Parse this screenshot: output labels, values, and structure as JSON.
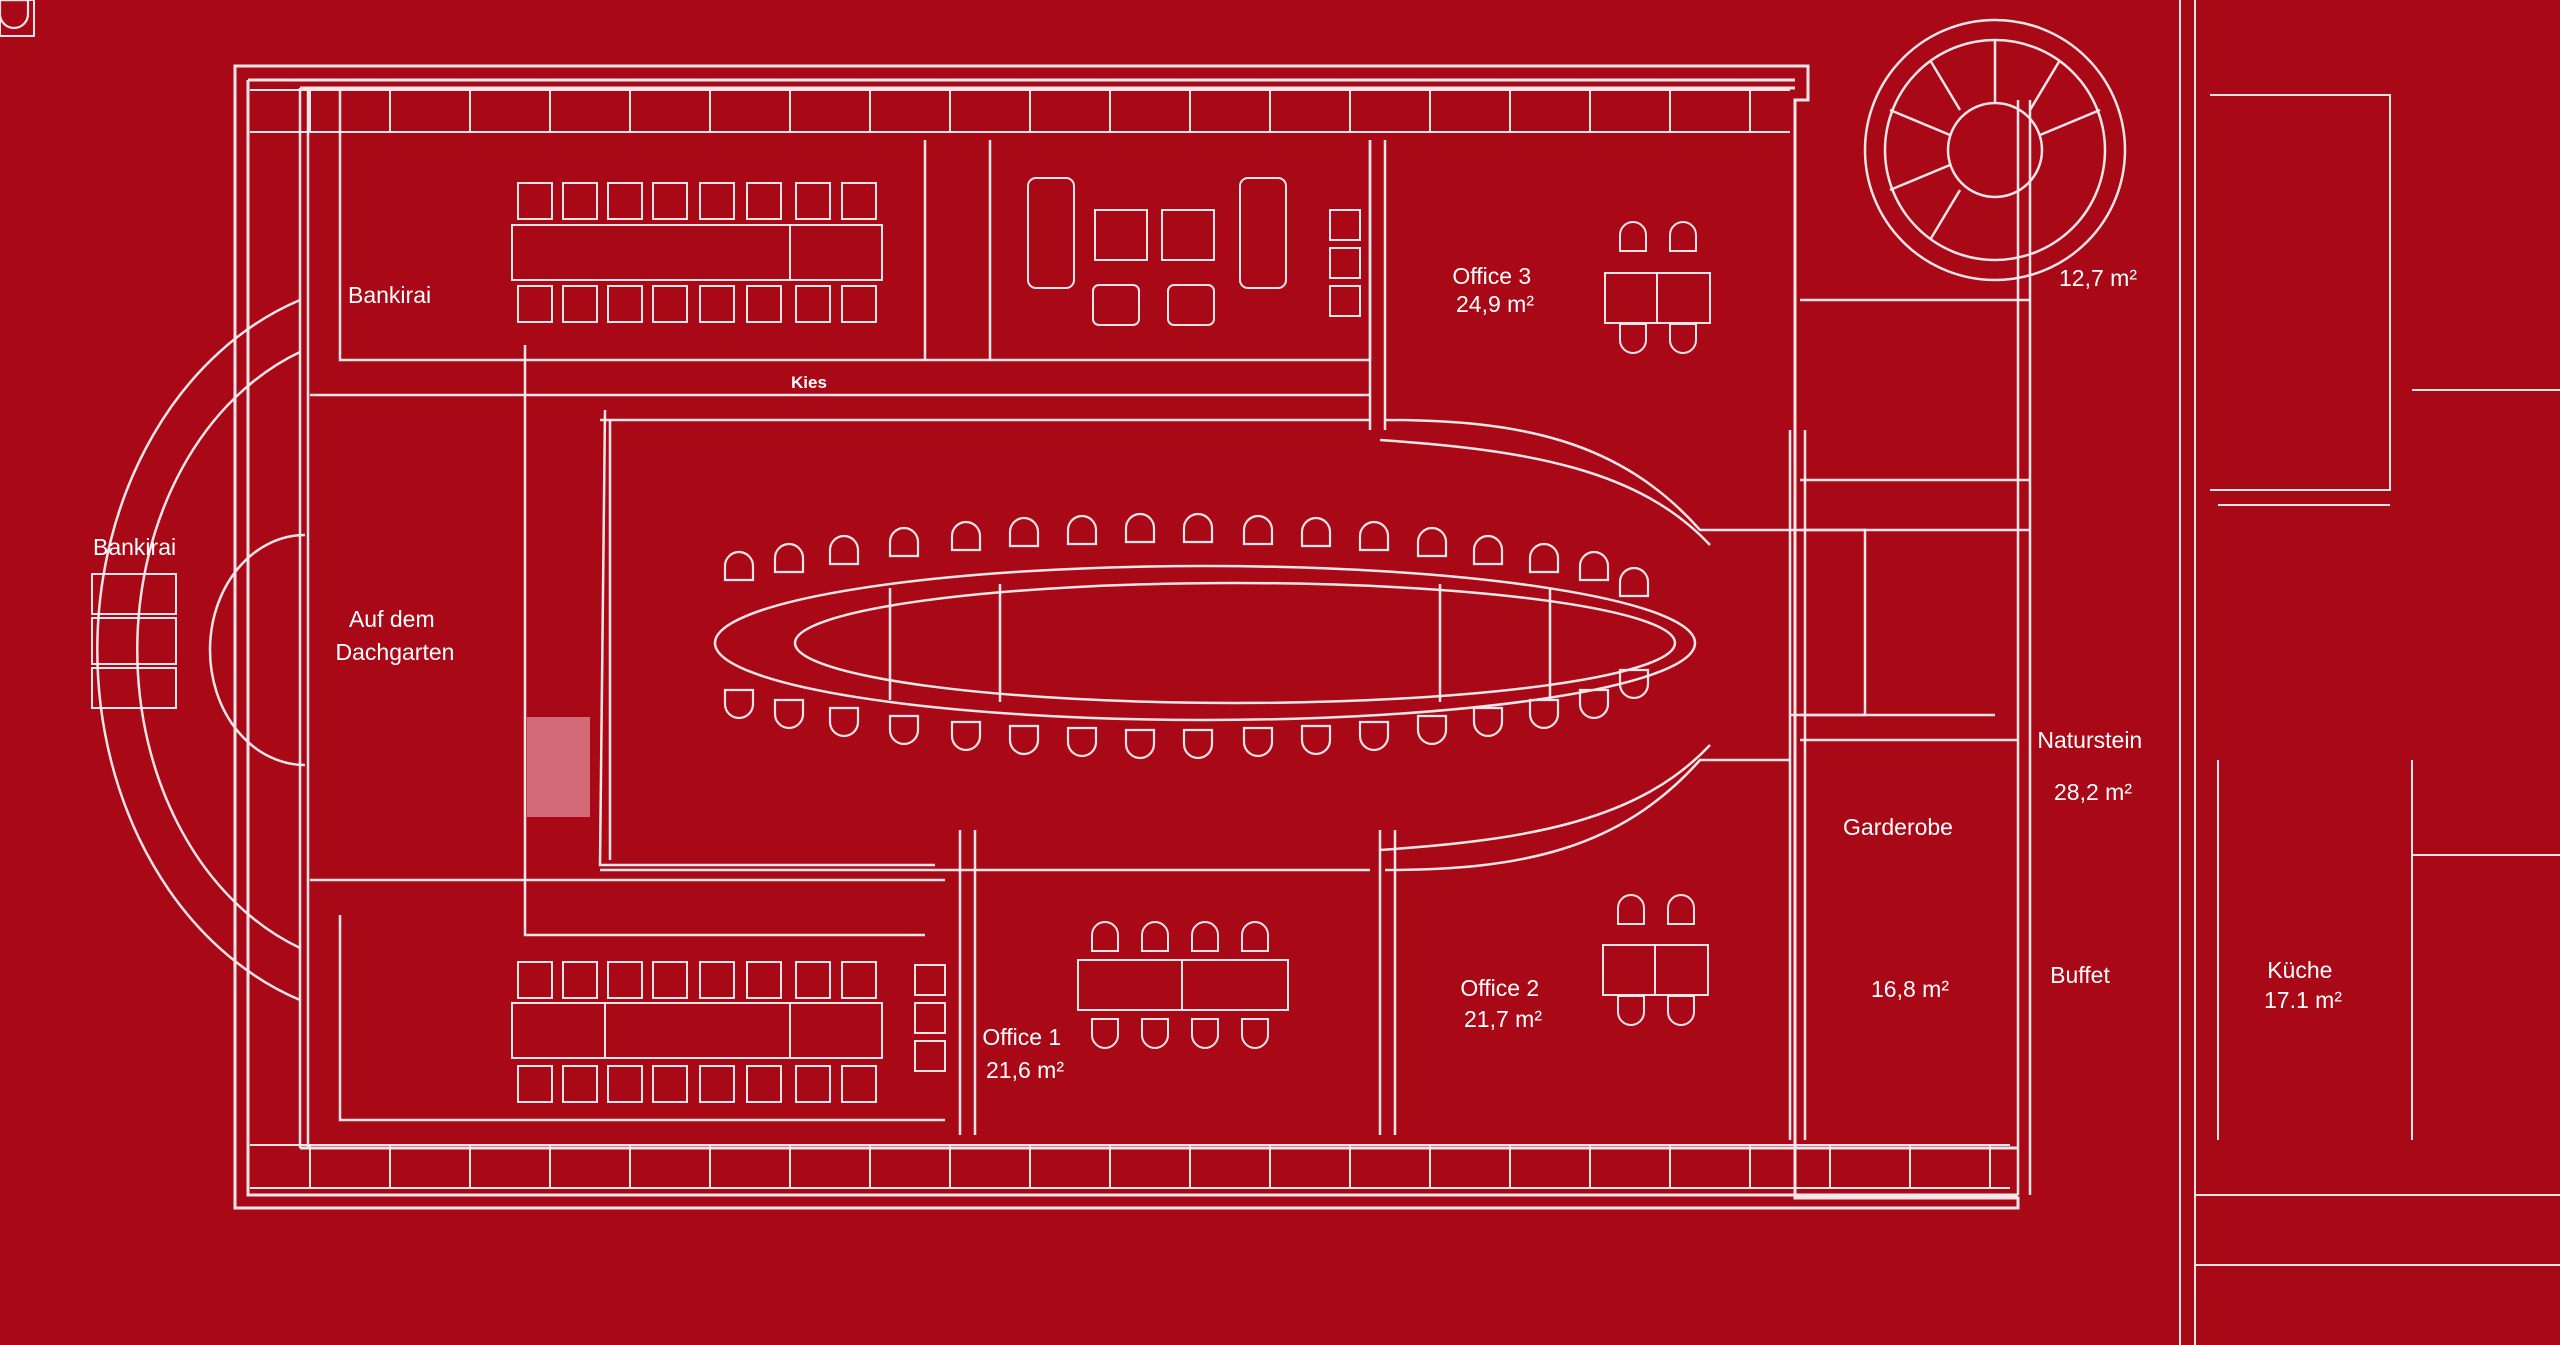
{
  "plan": {
    "colors": {
      "background": "#a90817",
      "lines": "#f4e6e8",
      "highlight": "#d26a78"
    },
    "rooms": [
      {
        "id": "bankirai-top",
        "lines": [
          "Bankirai"
        ]
      },
      {
        "id": "bankirai-left",
        "lines": [
          "Bankirai"
        ]
      },
      {
        "id": "dachgarten",
        "lines": [
          "Auf dem",
          "Dachgarten"
        ]
      },
      {
        "id": "office-3",
        "lines": [
          "Office 3",
          "24,9 m²"
        ]
      },
      {
        "id": "office-2",
        "lines": [
          "Office 2",
          "21,7 m²"
        ]
      },
      {
        "id": "office-1",
        "lines": [
          "Office 1",
          "21,6 m²"
        ]
      },
      {
        "id": "stair-hall",
        "lines": [
          "12,7 m²"
        ]
      },
      {
        "id": "naturstein",
        "lines": [
          "Naturstein",
          "28,2 m²"
        ]
      },
      {
        "id": "buffet",
        "lines": [
          "Buffet"
        ]
      },
      {
        "id": "garderobe",
        "lines": [
          "Garderobe"
        ]
      },
      {
        "id": "garderobe-area",
        "lines": [
          "16,8 m²"
        ]
      },
      {
        "id": "kueche",
        "lines": [
          "Küche",
          "17.1 m²"
        ]
      },
      {
        "id": "kies",
        "lines": [
          "Kies"
        ]
      }
    ]
  }
}
